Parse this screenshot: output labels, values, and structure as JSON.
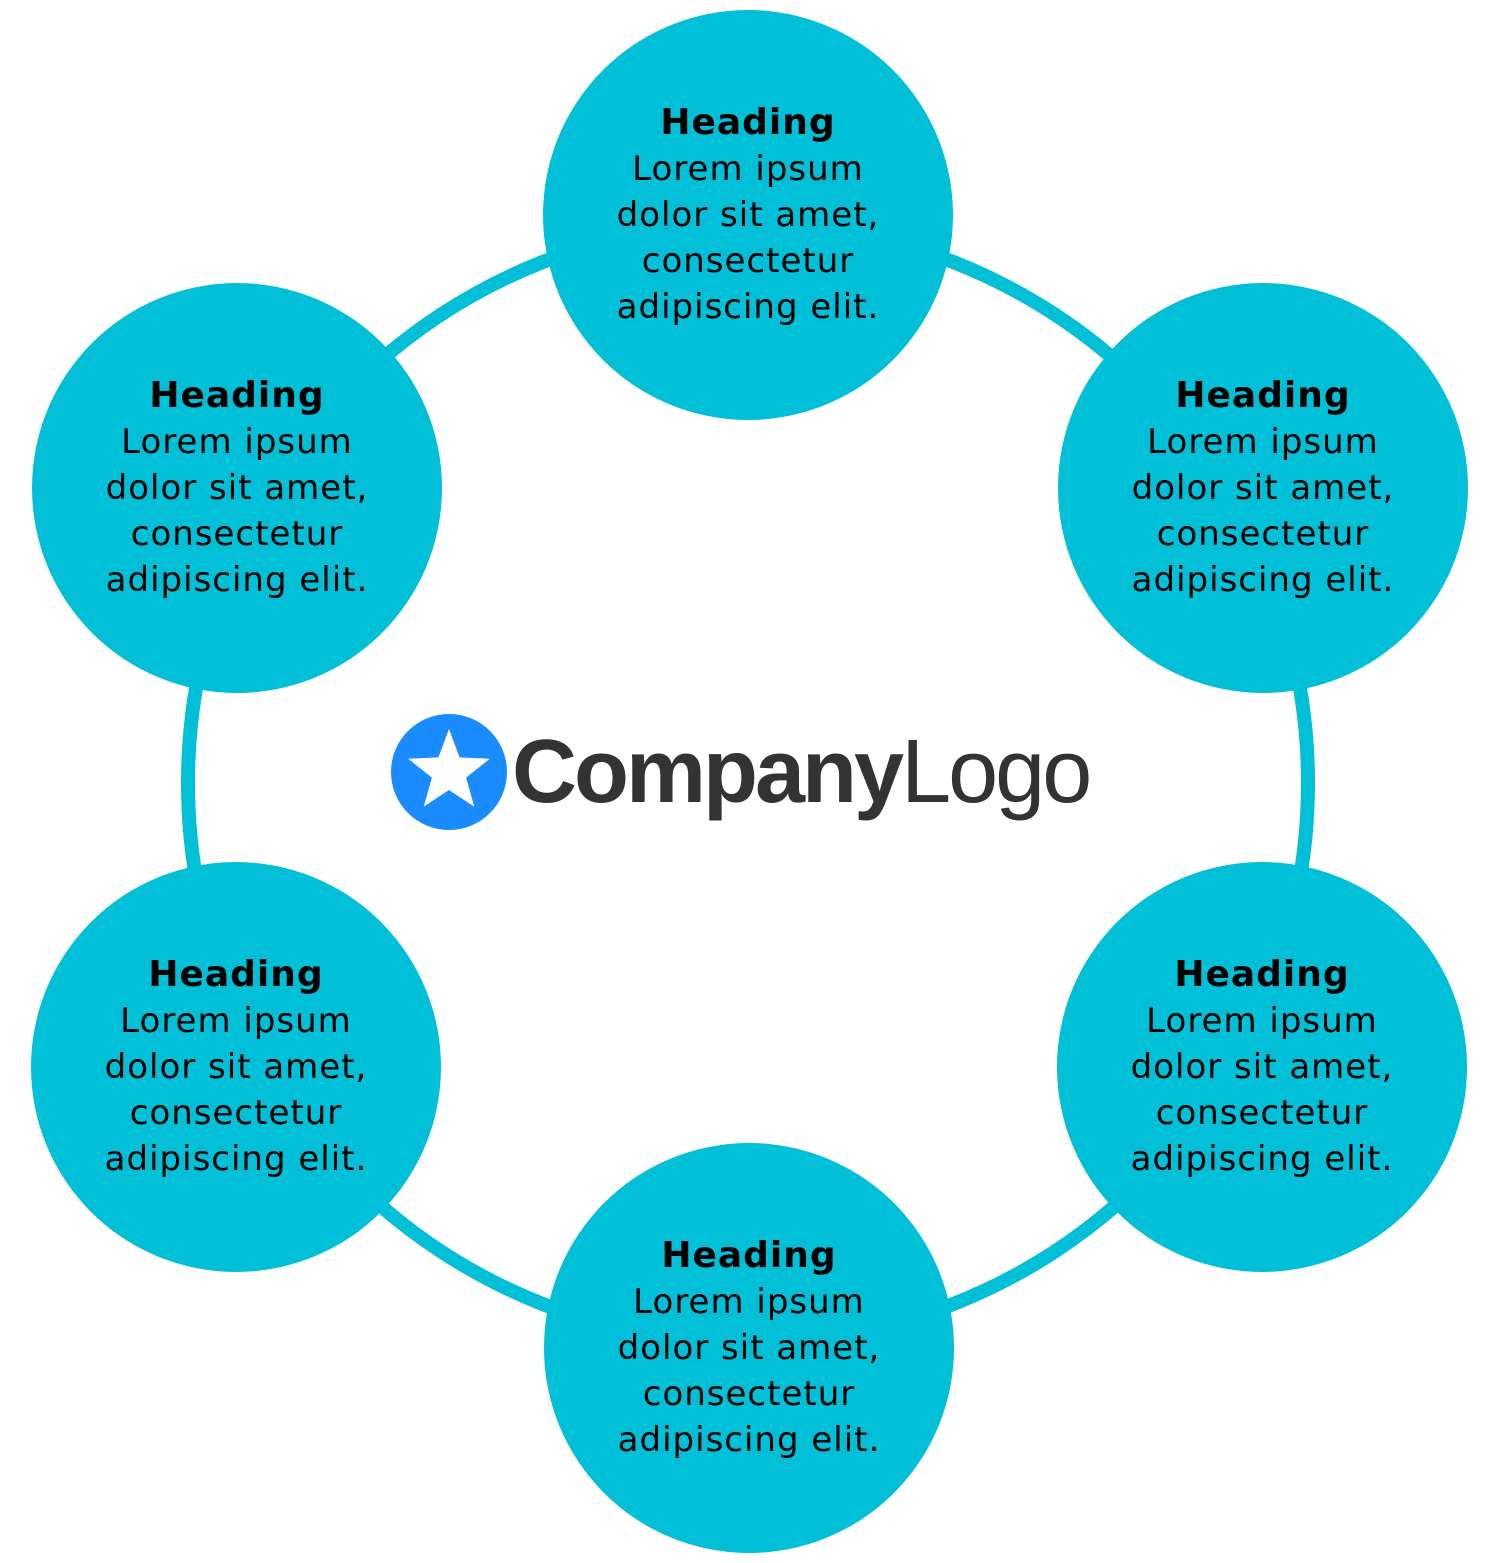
{
  "colors": {
    "ring": "#00bfd6",
    "node_fill": "#00bfd6",
    "text": "#000000",
    "logo_icon": "#1a8cff",
    "logo_text": "#333333"
  },
  "logo": {
    "icon": "star-icon",
    "text_bold": "Company",
    "text_regular": "Logo"
  },
  "nodes": [
    {
      "heading": "Heading",
      "body": "Lorem ipsum dolor sit amet, consectetur adipiscing elit."
    },
    {
      "heading": "Heading",
      "body": "Lorem ipsum dolor sit amet, consectetur adipiscing elit."
    },
    {
      "heading": "Heading",
      "body": "Lorem ipsum dolor sit amet, consectetur adipiscing elit."
    },
    {
      "heading": "Heading",
      "body": "Lorem ipsum dolor sit amet, consectetur adipiscing elit."
    },
    {
      "heading": "Heading",
      "body": "Lorem ipsum dolor sit amet, consectetur adipiscing elit."
    },
    {
      "heading": "Heading",
      "body": "Lorem ipsum dolor sit amet, consectetur adipiscing elit."
    }
  ]
}
